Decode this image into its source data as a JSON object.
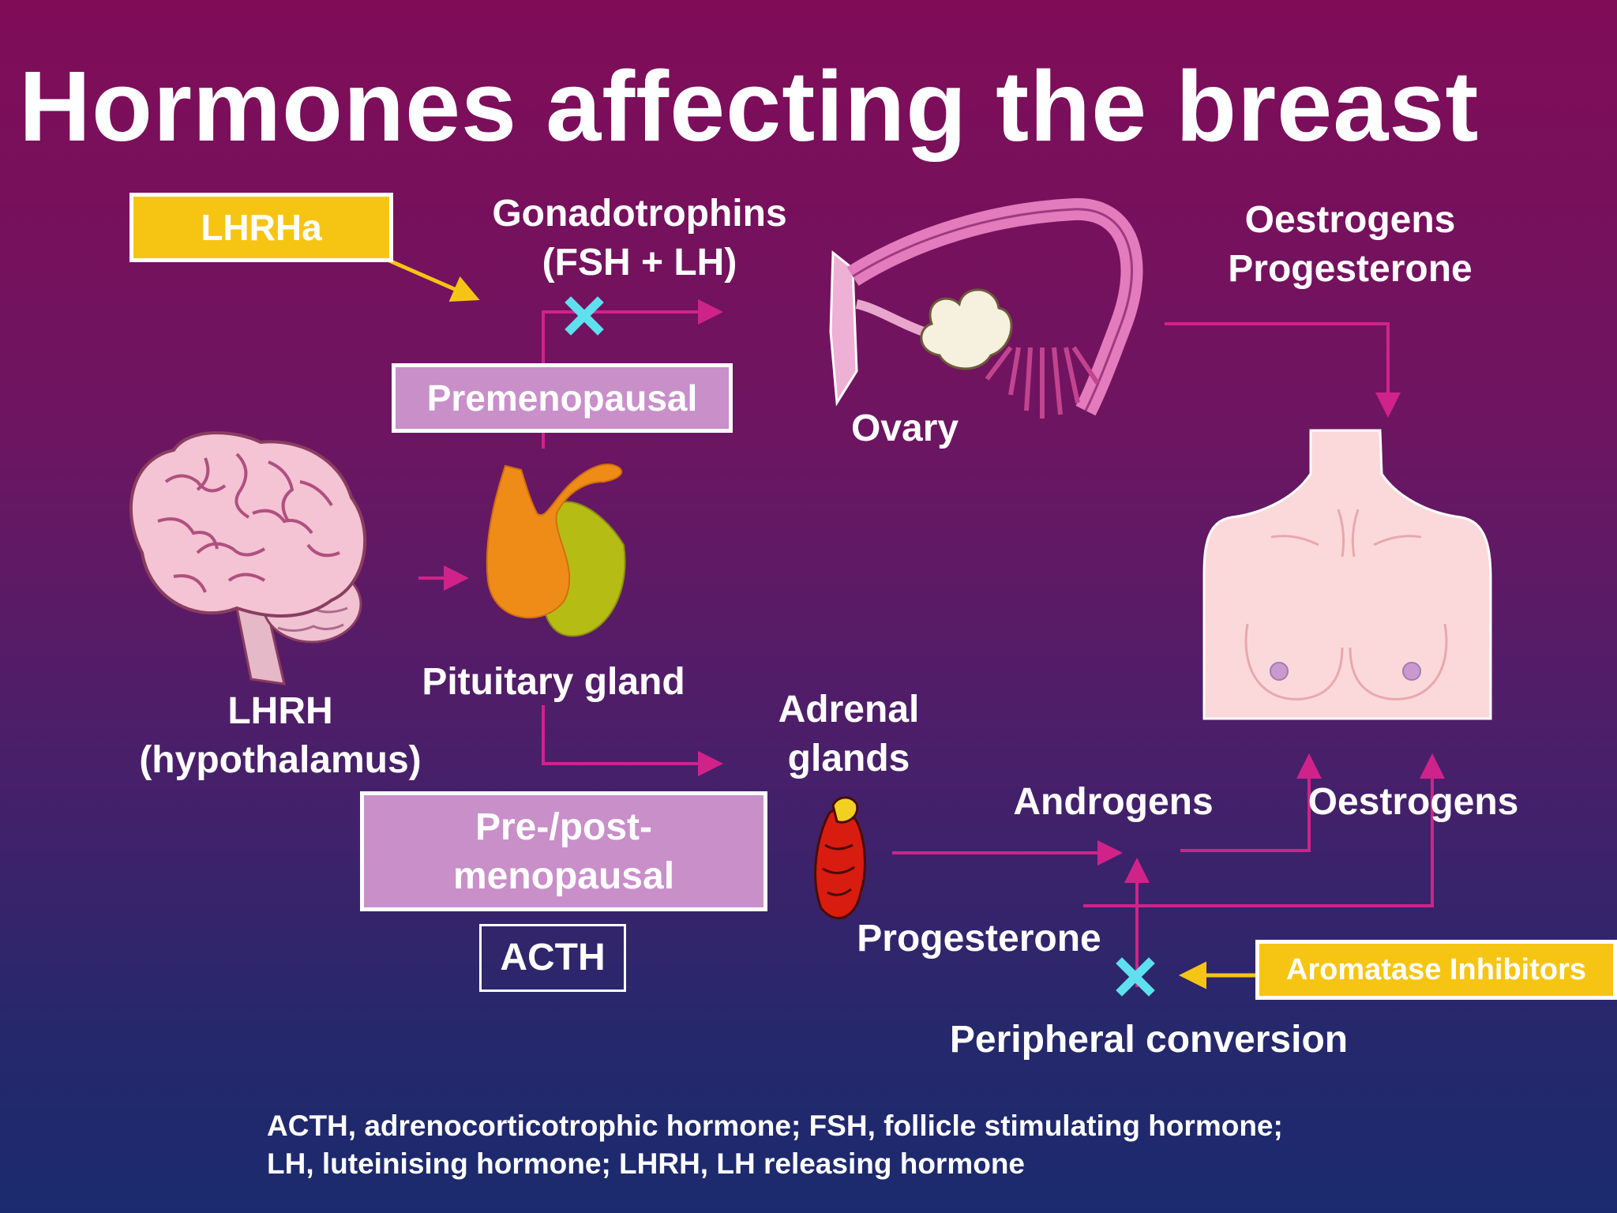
{
  "title": "Hormones affecting the breast",
  "labels": {
    "lhrha": "LHRHa",
    "gonadotrophins_line1": "Gonadotrophins",
    "gonadotrophins_line2": "(FSH + LH)",
    "premenopausal": "Premenopausal",
    "ovary": "Ovary",
    "oestrogens_progesterone_line1": "Oestrogens",
    "oestrogens_progesterone_line2": "Progesterone",
    "lhrh_line1": "LHRH",
    "lhrh_line2": "(hypothalamus)",
    "pituitary": "Pituitary gland",
    "adrenal_line1": "Adrenal",
    "adrenal_line2": "glands",
    "pre_post_line1": "Pre-/post-",
    "pre_post_line2": "menopausal",
    "acth": "ACTH",
    "androgens": "Androgens",
    "oestrogens": "Oestrogens",
    "progesterone": "Progesterone",
    "aromatase": "Aromatase Inhibitors",
    "peripheral": "Peripheral conversion"
  },
  "footnote": {
    "line1": "ACTH, adrenocorticotrophic hormone; FSH, follicle stimulating hormone;",
    "line2": "LH, luteinising hormone; LHRH, LH releasing hormone"
  },
  "colors": {
    "arrow_magenta": "#d0238a",
    "arrow_yellow": "#f6c514",
    "block_cross": "#5fe0ee",
    "box_purple": "#c98fc9",
    "box_yellow": "#f6c514"
  }
}
